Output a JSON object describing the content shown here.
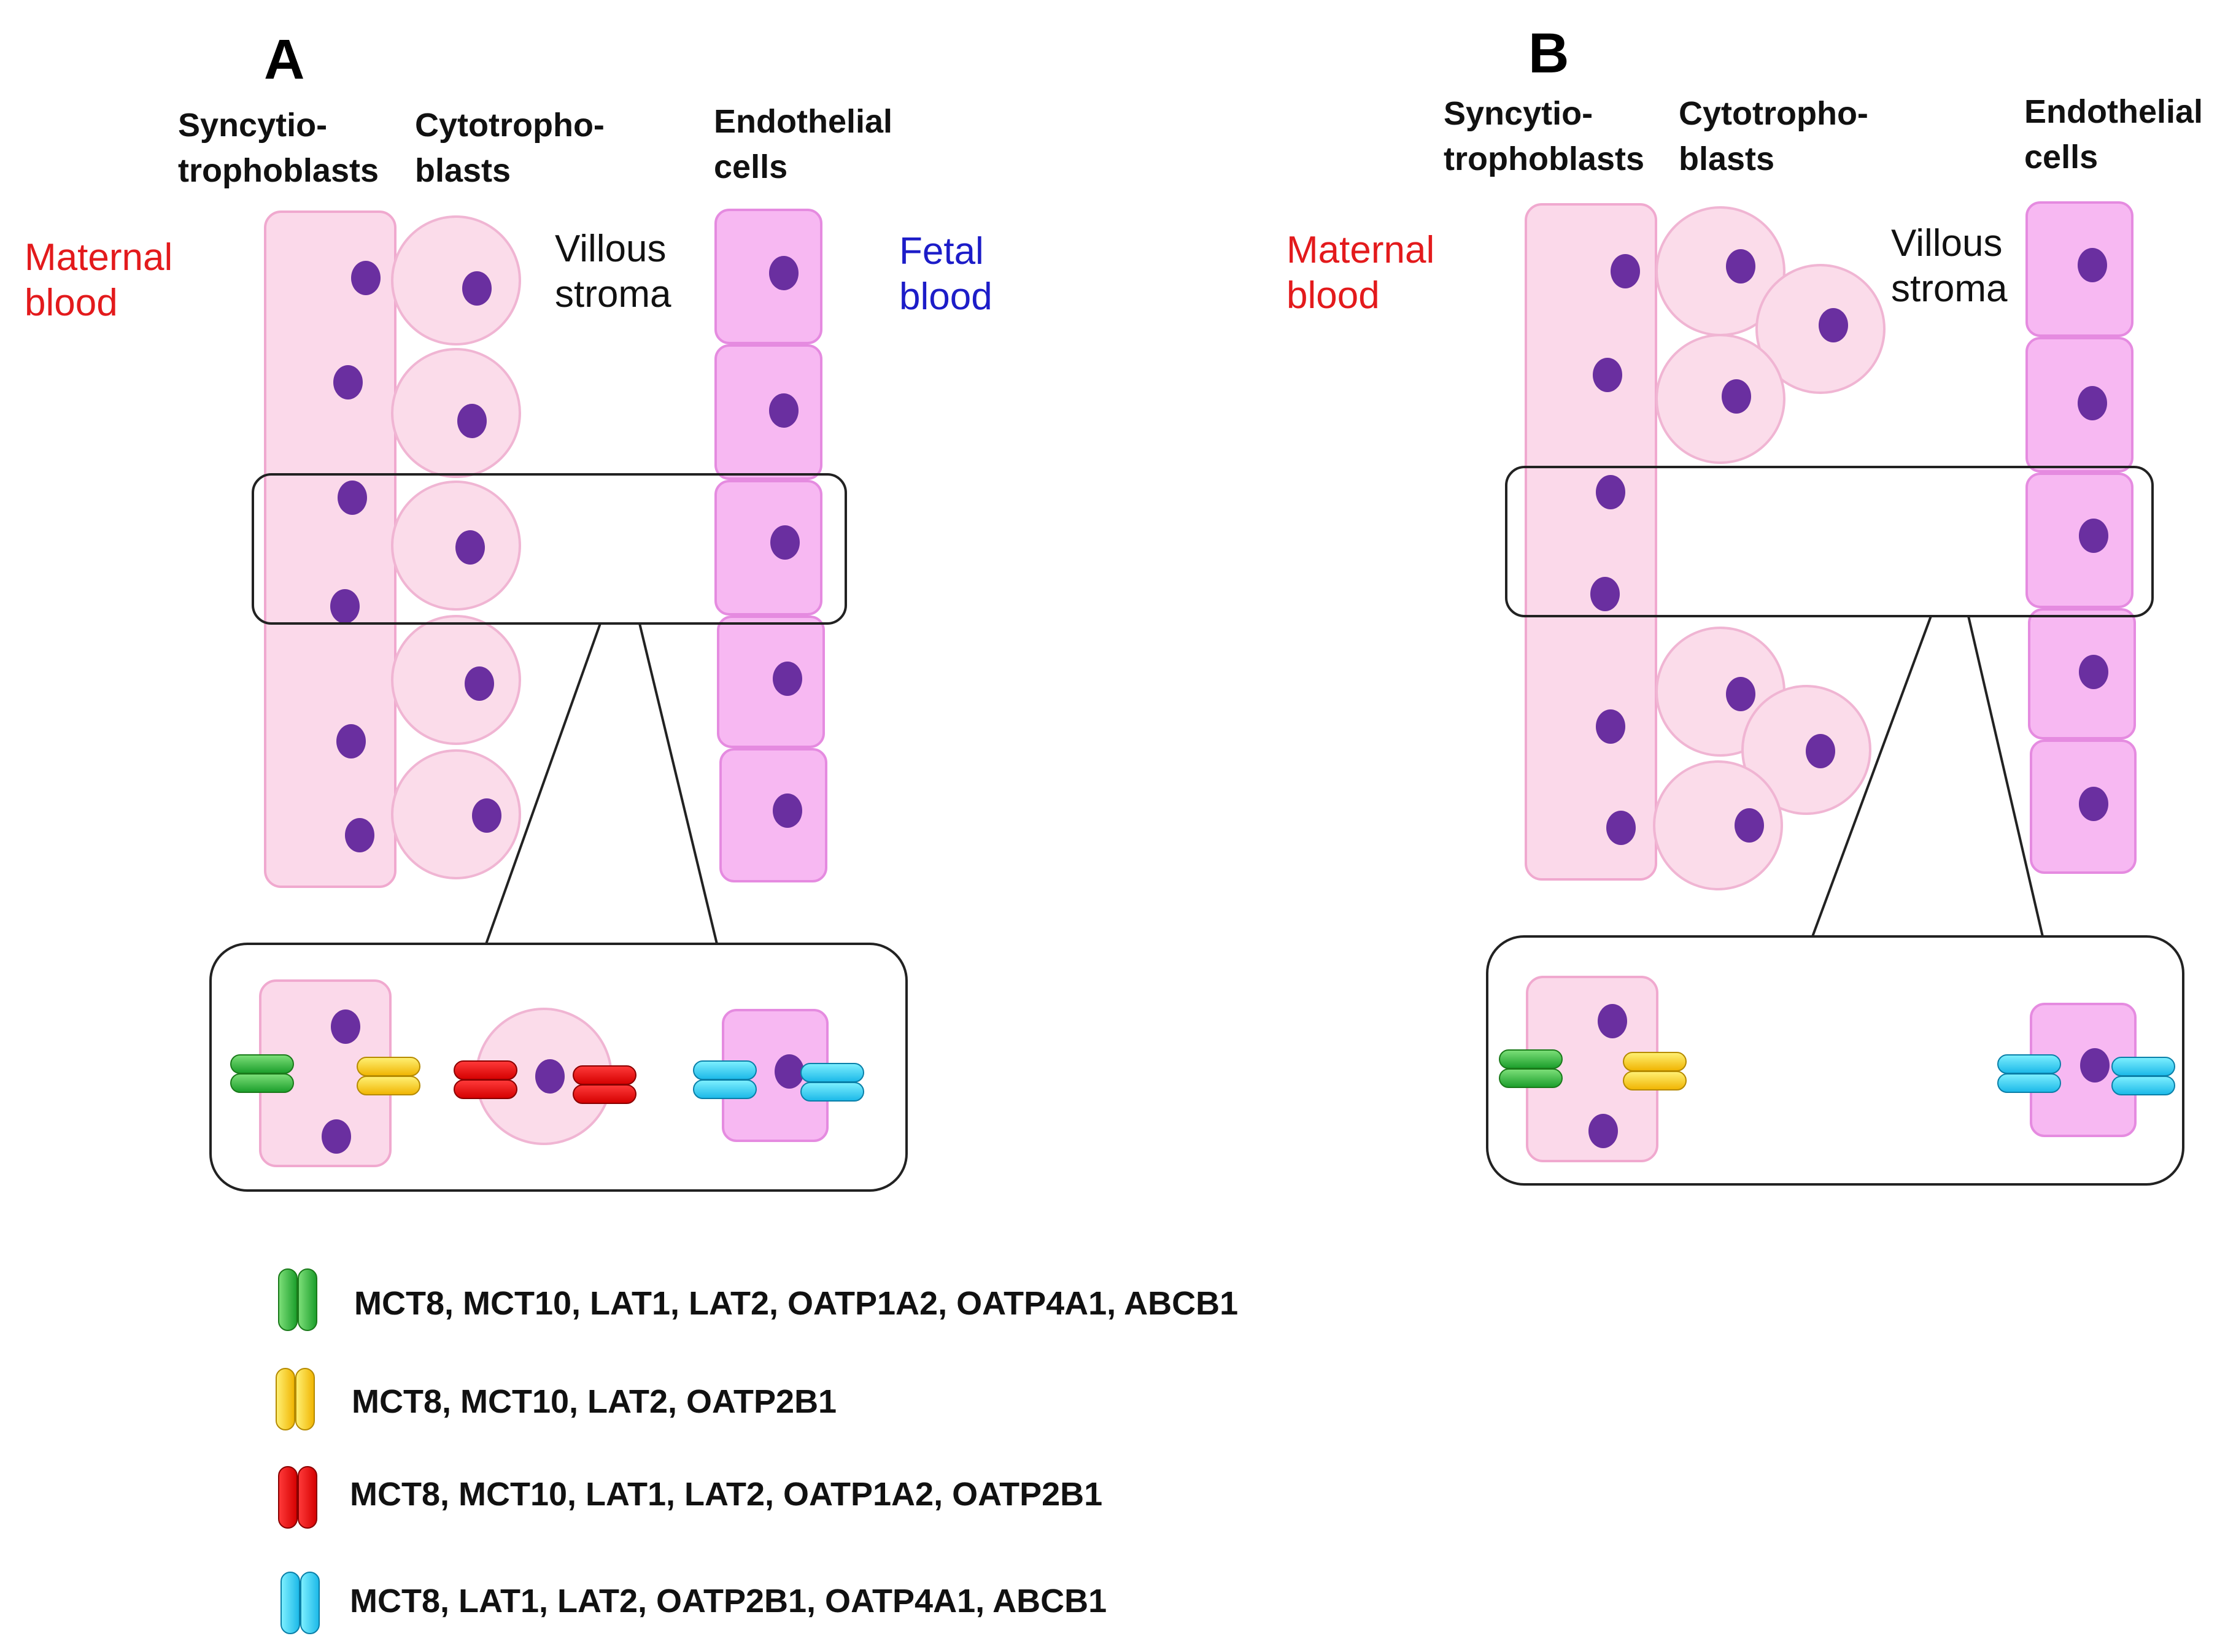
{
  "panels": [
    {
      "letter": "A",
      "headers": {
        "syncytio": [
          "Syncytio-",
          "trophoblasts"
        ],
        "cyto": [
          "Cytotropho-",
          "blasts"
        ],
        "endo": [
          "Endothelial",
          "cells"
        ]
      },
      "maternal_blood": [
        "Maternal",
        "blood"
      ],
      "villous_stroma": [
        "Villous",
        "stroma"
      ],
      "fetal_blood": [
        "Fetal",
        "blood"
      ]
    },
    {
      "letter": "B",
      "headers": {
        "syncytio": [
          "Syncytio-",
          "trophoblasts"
        ],
        "cyto": [
          "Cytotropho-",
          "blasts"
        ],
        "endo": [
          "Endothelial",
          "cells"
        ]
      },
      "maternal_blood": [
        "Maternal",
        "blood"
      ],
      "villous_stroma": [
        "Villous",
        "stroma"
      ]
    }
  ],
  "legend": [
    {
      "color": "green",
      "label": "MCT8, MCT10, LAT1, LAT2, OATP1A2, OATP4A1, ABCB1"
    },
    {
      "color": "yellow",
      "label": "MCT8, MCT10, LAT2, OATP2B1"
    },
    {
      "color": "red",
      "label": "MCT8, MCT10, LAT1, LAT2, OATP1A2, OATP2B1"
    },
    {
      "color": "cyan",
      "label": "MCT8, LAT1, LAT2, OATP2B1, OATP4A1, ABCB1"
    }
  ],
  "colors": {
    "maternal_text": "#e31a1c",
    "fetal_text": "#1c1cc8",
    "syncytio_fill": "#fbd9ea",
    "cyto_fill": "#fbdcea",
    "endo_fill": "#f7b8f2",
    "nucleus": "#6a2fa0"
  }
}
